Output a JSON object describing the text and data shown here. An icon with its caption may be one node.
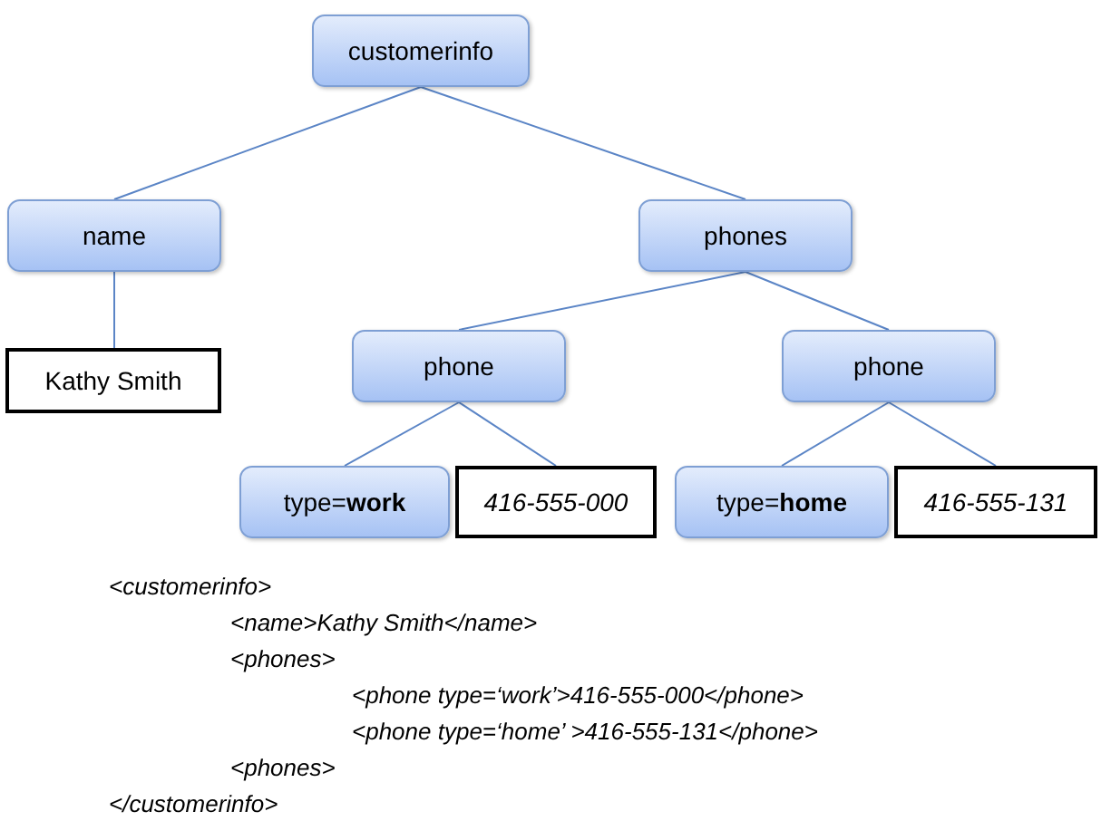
{
  "diagram": {
    "nodes": [
      {
        "text": [
          "customerinfo"
        ]
      },
      {
        "text": [
          "name"
        ]
      },
      {
        "text": [
          "phones"
        ]
      },
      {
        "text": [
          "Kathy Smith"
        ]
      },
      {
        "text": [
          "phone"
        ]
      },
      {
        "text": [
          "phone"
        ]
      },
      {
        "text": [
          "type=**work**"
        ]
      },
      {
        "text": [
          "416-555-000"
        ]
      },
      {
        "text": [
          "type=**home**"
        ]
      },
      {
        "text": [
          "416-555-131"
        ]
      }
    ],
    "edges": [
      {
        "from": 0,
        "to": 1,
        "arrow": "none"
      },
      {
        "from": 0,
        "to": 2,
        "arrow": "none"
      },
      {
        "from": 1,
        "to": 3,
        "arrow": "none"
      },
      {
        "from": 2,
        "to": 4,
        "arrow": "none"
      },
      {
        "from": 2,
        "to": 5,
        "arrow": "none"
      },
      {
        "from": 4,
        "to": 6,
        "arrow": "none"
      },
      {
        "from": 4,
        "to": 7,
        "arrow": "none"
      },
      {
        "from": 5,
        "to": 8,
        "arrow": "none"
      },
      {
        "from": 5,
        "to": 9,
        "arrow": "none"
      }
    ],
    "labels": [
      "<customerinfo>",
      "<name>Kathy Smith</name>",
      "<phones>",
      "<phone type=‘work’>416-555-000</phone>",
      "<phone type=‘home’ >416-555-131</phone>",
      "<phones>",
      "</customerinfo>"
    ]
  }
}
